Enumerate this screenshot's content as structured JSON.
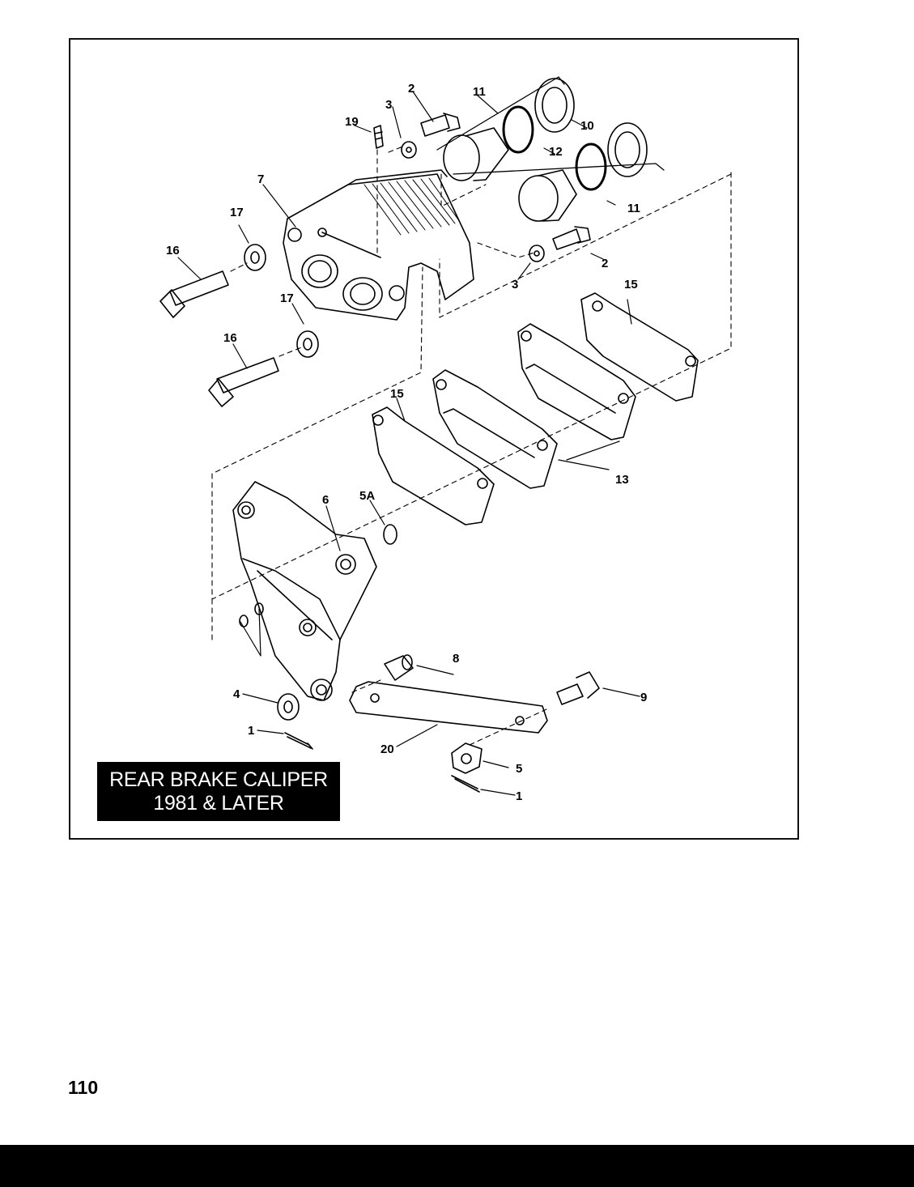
{
  "diagram": {
    "title_line1": "REAR BRAKE CALIPER",
    "title_line2": "1981 & LATER",
    "callouts": [
      "1",
      "1",
      "2",
      "2",
      "3",
      "3",
      "4",
      "5",
      "5A",
      "6",
      "7",
      "8",
      "9",
      "10",
      "11",
      "11",
      "12",
      "13",
      "15",
      "15",
      "16",
      "16",
      "17",
      "17",
      "19",
      "20"
    ]
  },
  "page": {
    "number": "110"
  }
}
